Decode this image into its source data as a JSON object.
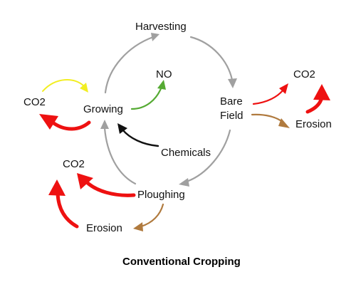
{
  "diagram": {
    "caption": "Conventional Cropping",
    "cycle_stages": {
      "harvesting": "Harvesting",
      "bare_field_line1": "Bare",
      "bare_field_line2": "Field",
      "ploughing": "Ploughing",
      "growing": "Growing"
    },
    "inputs": {
      "chemicals": "Chemicals"
    },
    "outputs": {
      "no_growing": "NO",
      "co2_growing": "CO2",
      "co2_bare_field": "CO2",
      "erosion_bare_field": "Erosion",
      "co2_ploughing": "CO2",
      "erosion_ploughing": "Erosion"
    },
    "colors": {
      "cycle": "#a0a0a0",
      "co2_emission": "#ee1111",
      "co2_uptake": "#f2ee22",
      "erosion": "#b07a3e",
      "no_emission": "#55aa33",
      "chemicals": "#111111"
    }
  }
}
